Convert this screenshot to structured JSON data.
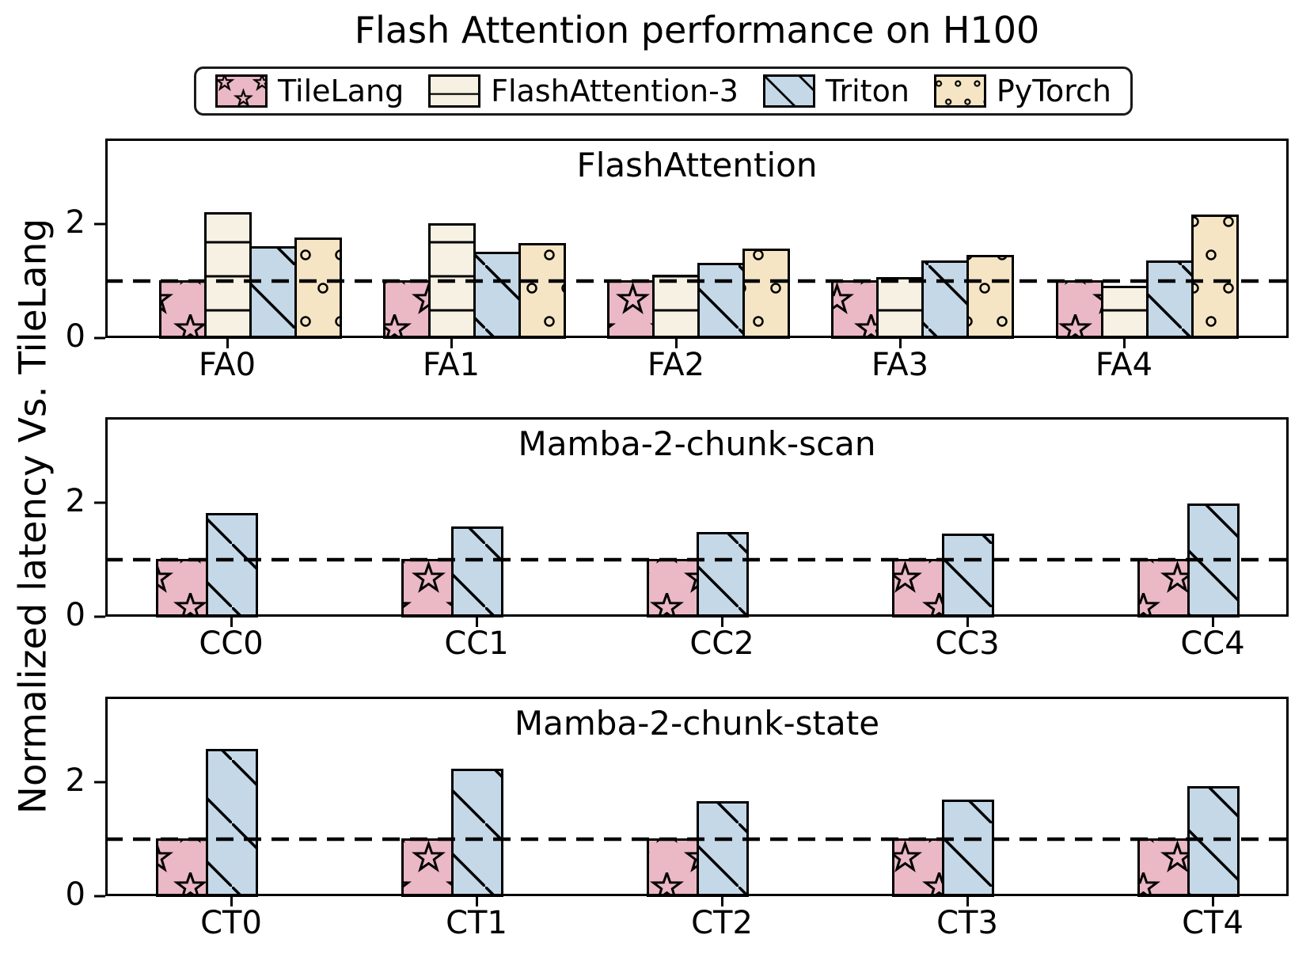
{
  "figure": {
    "title": "Flash Attention performance on H100",
    "ylabel": "Normalized latency Vs. TileLang",
    "background": "#ffffff",
    "text_color": "#000000",
    "baseline_style": "dashed"
  },
  "legend": {
    "entries": [
      {
        "label": "TileLang",
        "color": "#EBB8C6",
        "hatch": "star"
      },
      {
        "label": "FlashAttention-3",
        "color": "#F6F1E2",
        "hatch": "horizontal-lines"
      },
      {
        "label": "Triton",
        "color": "#C5D8E7",
        "hatch": "diagonal"
      },
      {
        "label": "PyTorch",
        "color": "#F5E5C5",
        "hatch": "dots"
      }
    ]
  },
  "chart_data": [
    {
      "type": "bar",
      "panel_title": "FlashAttention",
      "categories": [
        "FA0",
        "FA1",
        "FA2",
        "FA3",
        "FA4"
      ],
      "series": [
        {
          "name": "TileLang",
          "values": [
            1.0,
            1.0,
            1.0,
            1.0,
            1.0
          ]
        },
        {
          "name": "FlashAttention-3",
          "values": [
            2.2,
            2.0,
            1.1,
            1.05,
            0.9
          ]
        },
        {
          "name": "Triton",
          "values": [
            1.6,
            1.5,
            1.3,
            1.35,
            1.35
          ]
        },
        {
          "name": "PyTorch",
          "values": [
            1.75,
            1.65,
            1.55,
            1.45,
            2.15
          ]
        }
      ],
      "ylim": [
        0,
        3.5
      ],
      "yticks": [
        0,
        2
      ],
      "baseline": 1.0,
      "grid": false
    },
    {
      "type": "bar",
      "panel_title": "Mamba-2-chunk-scan",
      "categories": [
        "CC0",
        "CC1",
        "CC2",
        "CC3",
        "CC4"
      ],
      "series": [
        {
          "name": "TileLang",
          "values": [
            1.0,
            1.0,
            1.0,
            1.0,
            1.0
          ]
        },
        {
          "name": "Triton",
          "values": [
            1.8,
            1.57,
            1.47,
            1.44,
            1.97
          ]
        }
      ],
      "ylim": [
        0,
        3.5
      ],
      "yticks": [
        0,
        2
      ],
      "baseline": 1.0,
      "grid": false
    },
    {
      "type": "bar",
      "panel_title": "Mamba-2-chunk-state",
      "categories": [
        "CT0",
        "CT1",
        "CT2",
        "CT3",
        "CT4"
      ],
      "series": [
        {
          "name": "TileLang",
          "values": [
            1.0,
            1.0,
            1.0,
            1.0,
            1.0
          ]
        },
        {
          "name": "Triton",
          "values": [
            2.57,
            2.22,
            1.65,
            1.68,
            1.92
          ]
        }
      ],
      "ylim": [
        0,
        3.5
      ],
      "yticks": [
        0,
        2
      ],
      "baseline": 1.0,
      "grid": false
    }
  ]
}
